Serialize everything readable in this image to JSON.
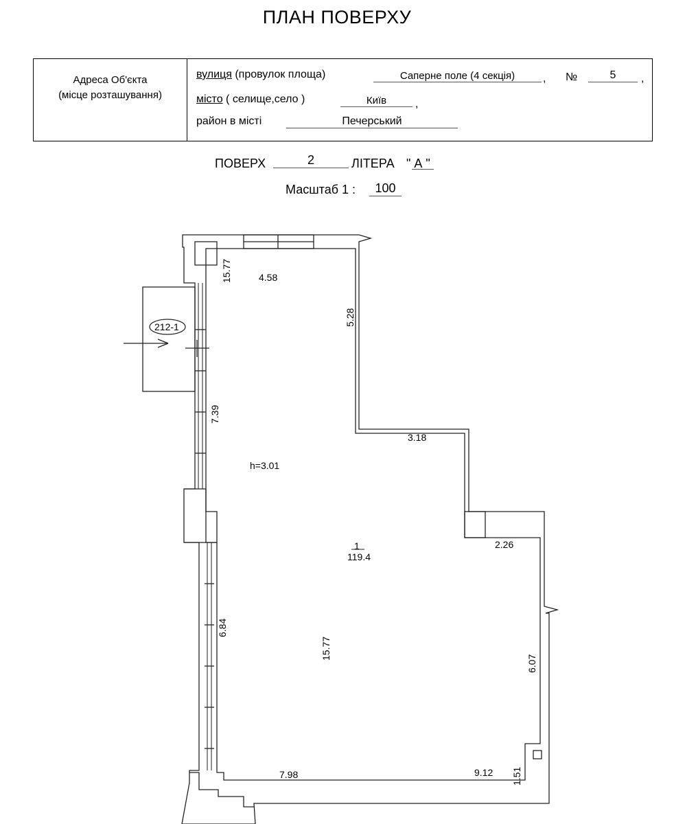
{
  "title": "ПЛАН ПОВЕРХУ",
  "address": {
    "label_line1": "Адреса Об'єкта",
    "label_line2": "(місце розташування)",
    "street_label_u": "вулиця",
    "street_label_rest": " (провулок площа)",
    "street_value": "Саперне поле (4 секція)",
    "comma": ",",
    "number_label": "№",
    "number_value": "5",
    "city_label_u": "місто",
    "city_label_rest": " ( селище,село )",
    "city_value": "Київ",
    "district_label": "район в місті",
    "district_value": "Печерський"
  },
  "floor": {
    "floor_label": "ПОВЕРХ",
    "floor_value": "2",
    "litera_label": "ЛІТЕРА",
    "litera_value": "\" А  \"",
    "scale_label": "Масштаб  1 :",
    "scale_value": "100"
  },
  "plan": {
    "room_number": "1",
    "room_area": "119.4",
    "ceiling_height": "h=3.01",
    "section_mark": "212-1",
    "dimensions": {
      "top_width": "4.58",
      "left_top_vertical": "15.77",
      "right_top_vertical": "5.28",
      "left_mid_vertical": "7.39",
      "step_horizontal": "3.18",
      "step2_horizontal": "2.26",
      "left_bottom_vertical": "6.84",
      "center_vertical": "15.77",
      "right_lower_vertical": "6.07",
      "bottom_left": "7.98",
      "bottom_right": "9.12",
      "small_vertical": "1.51"
    }
  }
}
